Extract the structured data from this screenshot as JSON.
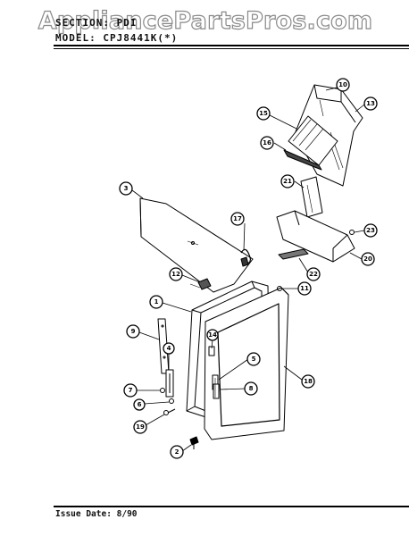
{
  "watermark": "AppliancePartsPros.com",
  "header": {
    "section_line": "SECTION: PDI",
    "model_line": "MODEL:  CPJ8441K(*)"
  },
  "footer": {
    "issue_date": "Issue Date: 8/90"
  },
  "callouts": [
    {
      "id": "c1",
      "label": "1"
    },
    {
      "id": "c2",
      "label": "2"
    },
    {
      "id": "c3",
      "label": "3"
    },
    {
      "id": "c4",
      "label": "4"
    },
    {
      "id": "c5",
      "label": "5"
    },
    {
      "id": "c6",
      "label": "6"
    },
    {
      "id": "c7",
      "label": "7"
    },
    {
      "id": "c8",
      "label": "8"
    },
    {
      "id": "c9",
      "label": "9"
    },
    {
      "id": "c10",
      "label": "10"
    },
    {
      "id": "c11",
      "label": "11"
    },
    {
      "id": "c12",
      "label": "12"
    },
    {
      "id": "c13",
      "label": "13"
    },
    {
      "id": "c14",
      "label": "14"
    },
    {
      "id": "c15",
      "label": "15"
    },
    {
      "id": "c16",
      "label": "16"
    },
    {
      "id": "c17",
      "label": "17"
    },
    {
      "id": "c18",
      "label": "18"
    },
    {
      "id": "c19",
      "label": "19"
    },
    {
      "id": "c20",
      "label": "20"
    },
    {
      "id": "c21",
      "label": "21"
    },
    {
      "id": "c22",
      "label": "22"
    },
    {
      "id": "c23",
      "label": "23"
    }
  ]
}
